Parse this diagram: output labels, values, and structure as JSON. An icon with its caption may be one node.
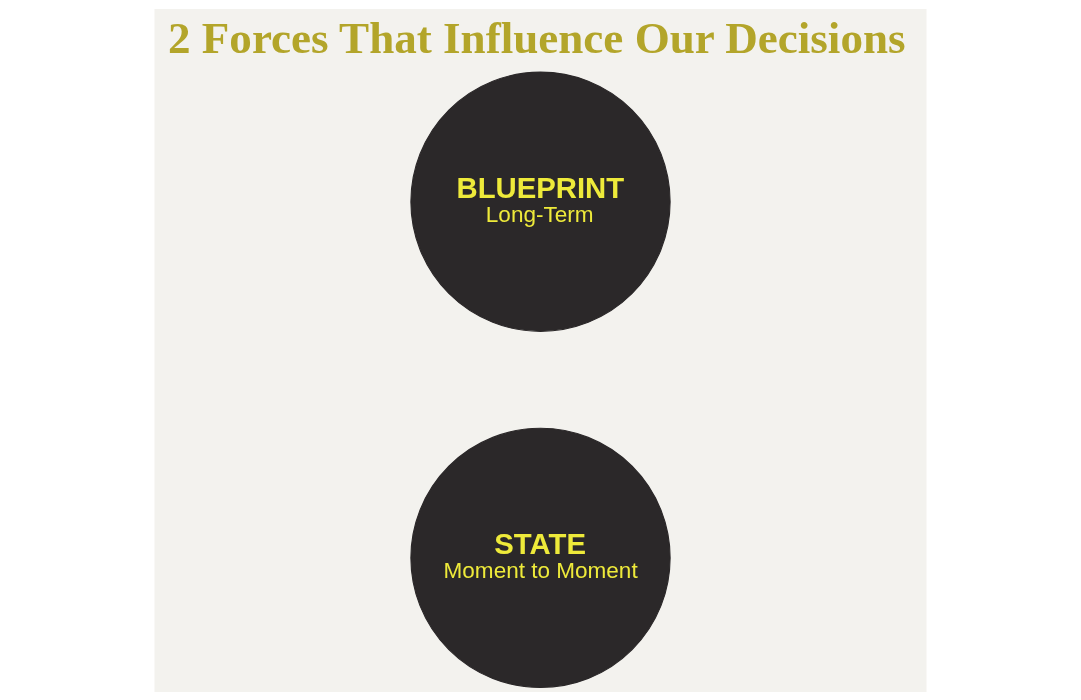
{
  "diagram": {
    "title": "2 Forces That Influence Our Decisions",
    "nodes": [
      {
        "text": [
          "STATE",
          "Moment to Moment"
        ]
      },
      {
        "text": [
          "BLUEPRINT",
          "Long-Term"
        ]
      }
    ]
  }
}
